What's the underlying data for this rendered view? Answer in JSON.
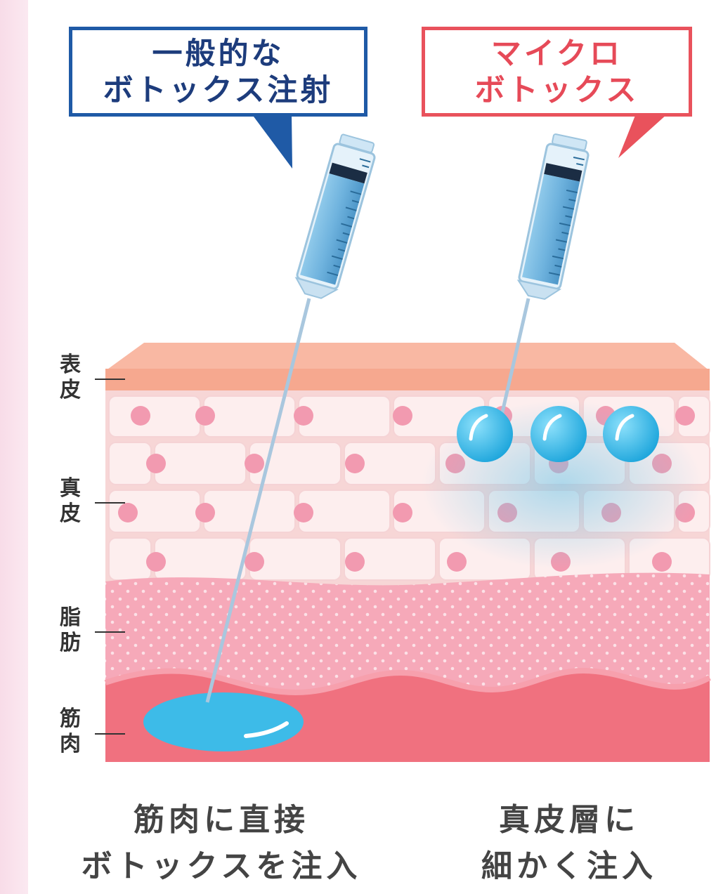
{
  "bubbles": {
    "standard": {
      "line1": "一般的な",
      "line2": "ボトックス注射"
    },
    "micro": {
      "line1": "マイクロ",
      "line2": "ボトックス"
    }
  },
  "layers": {
    "epidermis": "表皮",
    "dermis": "真皮",
    "fat": "脂肪",
    "muscle": "筋肉"
  },
  "captions": {
    "left": {
      "line1": "筋肉に直接",
      "line2": "ボトックスを注入"
    },
    "right": {
      "line1": "真皮層に",
      "line2": "細かく注入"
    }
  },
  "colors": {
    "standard_accent": "#1f5aa6",
    "micro_accent": "#e9525c",
    "epidermis": "#f6a88f",
    "dermis": "#fbe4e2",
    "fat": "#f6a3b5",
    "muscle": "#f0717f",
    "liquid": "#3dbbe8"
  }
}
